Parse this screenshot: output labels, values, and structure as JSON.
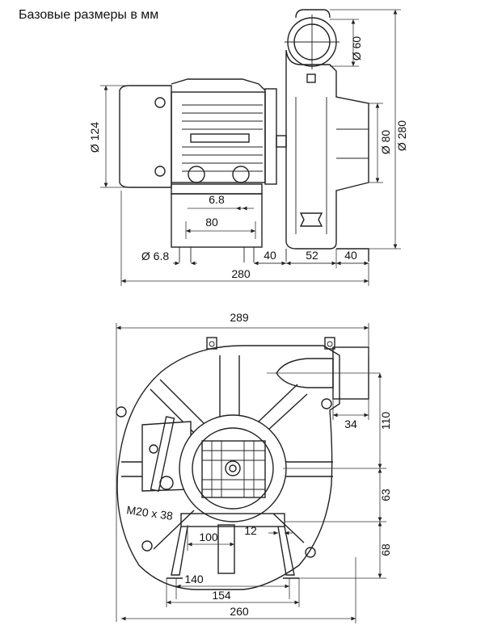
{
  "title": "Базовые размеры в мм",
  "side_view": {
    "dims": {
      "d60": "Ø 60",
      "d124": "Ø 124",
      "d80": "Ø 80",
      "d280": "Ø 280",
      "w6_8_top": "6.8",
      "w80": "80",
      "d6_8": "Ø 6.8",
      "w40a": "40",
      "w52": "52",
      "w40b": "40",
      "w280": "280"
    }
  },
  "front_view": {
    "dims": {
      "w289": "289",
      "w34": "34",
      "h110": "110",
      "h63": "63",
      "h68": "68",
      "thread": "M20 x 38",
      "w100": "100",
      "w12": "12",
      "w140": "140",
      "w154": "154",
      "w260": "260"
    }
  }
}
